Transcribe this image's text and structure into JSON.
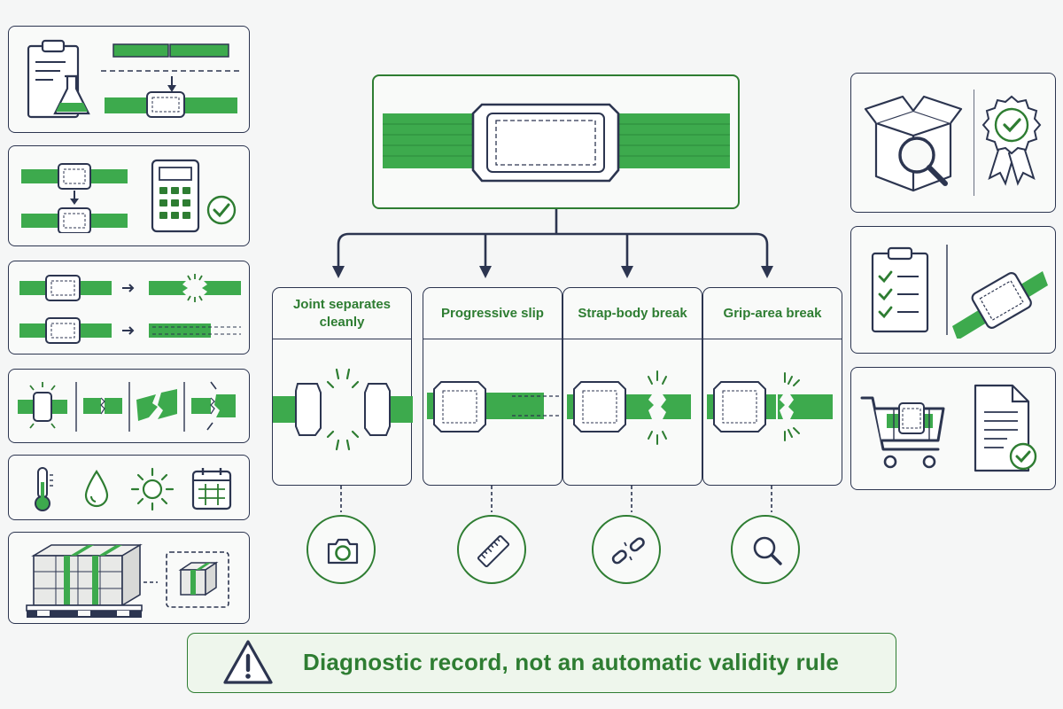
{
  "colors": {
    "accent_green": "#2e7d32",
    "strap_green": "#3daa4d",
    "outline_navy": "#2c3550",
    "background": "#f5f6f6"
  },
  "center": {
    "top_illustration_icon": "strap-with-seal-joint-icon"
  },
  "failure_modes": [
    {
      "label": "Joint separates cleanly",
      "tool_icon": "camera-icon"
    },
    {
      "label": "Progressive slip",
      "tool_icon": "ruler-icon"
    },
    {
      "label": "Strap-body break",
      "tool_icon": "broken-chain-icon"
    },
    {
      "label": "Grip-area break",
      "tool_icon": "magnifier-icon"
    }
  ],
  "left_panels": [
    {
      "icons": [
        "clipboard-icon",
        "flask-icon",
        "strap-join-process-icon"
      ]
    },
    {
      "icons": [
        "strap-compare-icon",
        "calculator-icon",
        "check-circle-icon"
      ]
    },
    {
      "icons": [
        "strap-break-icon",
        "strap-slip-icon"
      ]
    },
    {
      "icons": [
        "joint-spark-icon",
        "strap-tear-icons"
      ]
    },
    {
      "icons": [
        "thermometer-icon",
        "water-drop-icon",
        "sun-icon",
        "calendar-icon"
      ]
    },
    {
      "icons": [
        "pallet-load-icon",
        "single-box-icon"
      ]
    }
  ],
  "right_panels": [
    {
      "icons": [
        "box-inspection-icon",
        "award-badge-icon"
      ]
    },
    {
      "icons": [
        "checklist-icon",
        "strapped-seal-icon"
      ]
    },
    {
      "icons": [
        "shopping-cart-icon",
        "certificate-document-icon"
      ]
    }
  ],
  "warning": {
    "icon": "warning-triangle-icon",
    "text": "Diagnostic record, not an automatic validity rule"
  }
}
